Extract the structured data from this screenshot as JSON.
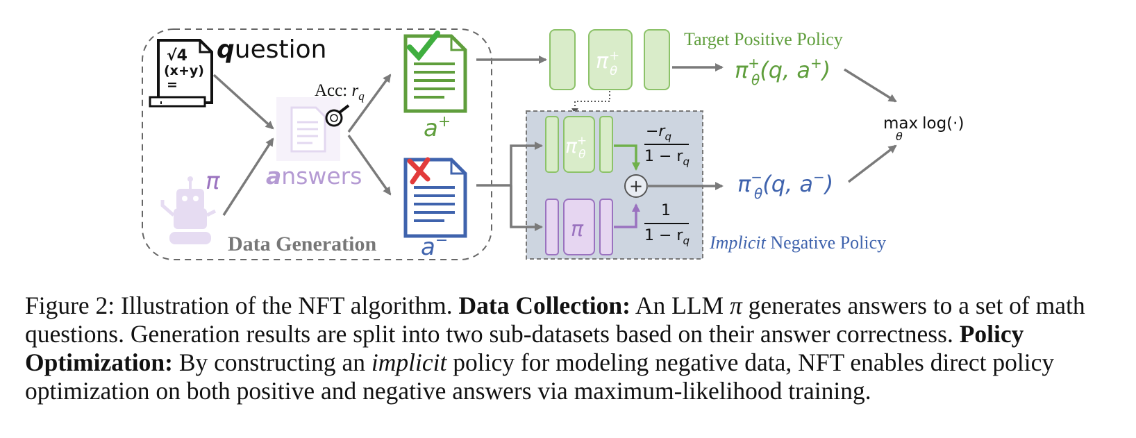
{
  "diagram": {
    "question_label": "question",
    "question_icon_text": [
      "√4",
      "(x+y)",
      "="
    ],
    "pi_label": "π",
    "answers_label": "answers",
    "acc_label": "Acc: ",
    "acc_var": "r",
    "acc_sub": "q",
    "a_pos": "a",
    "a_pos_sup": "+",
    "a_neg": "a",
    "a_neg_sup": "−",
    "data_generation_label": "Data Generation",
    "target_positive_label": "Target Positive Policy",
    "pi_theta_plus": {
      "sym": "π",
      "sub": "θ",
      "sup": "+"
    },
    "pi_theta_plus_out": {
      "sym": "π",
      "sub": "θ",
      "sup": "+",
      "args": "(q, a",
      "args_sup": "+",
      "close": ")"
    },
    "pi_theta_minus_out": {
      "sym": "π",
      "sub": "θ",
      "sup": "−",
      "args": "(q, a",
      "args_sup": "−",
      "close": ")"
    },
    "implicit_label_italic": "Implicit",
    "implicit_label_rest": " Negative Policy",
    "coef_top": {
      "num": "−r",
      "num_sub": "q",
      "den": "1 − r",
      "den_sub": "q"
    },
    "coef_bottom": {
      "num": "1",
      "den": "1 − r",
      "den_sub": "q"
    },
    "plus_symbol": "+",
    "objective": {
      "max": "max",
      "sub": "θ",
      "rest": "log(·)"
    },
    "colors": {
      "green": "#5f9e3c",
      "green_fill": "#d9ecc9",
      "green_stroke": "#8cc269",
      "blue": "#3f63ad",
      "purple": "#9a72bf",
      "purple_fill": "#e6d6f1",
      "purple_light": "#c9b2e3",
      "neg_bg": "#cdd5e0",
      "arrow": "#7a7a7a"
    }
  },
  "caption": {
    "fig_label": "Figure 2:  Illustration of the NFT algorithm. ",
    "data_collection_bold": "Data Collection:",
    "data_collection_text_1": " An LLM ",
    "pi_symbol": "π",
    "data_collection_text_2": " generates answers to a set of math questions. Generation results are split into two sub-datasets based on their answer correctness. ",
    "policy_opt_bold": "Policy Optimization:",
    "policy_opt_text_1": " By constructing an ",
    "implicit_italic": "implicit",
    "policy_opt_text_2": " policy for modeling negative data, NFT enables direct policy optimization on both positive and negative answers via maximum-likelihood training."
  }
}
